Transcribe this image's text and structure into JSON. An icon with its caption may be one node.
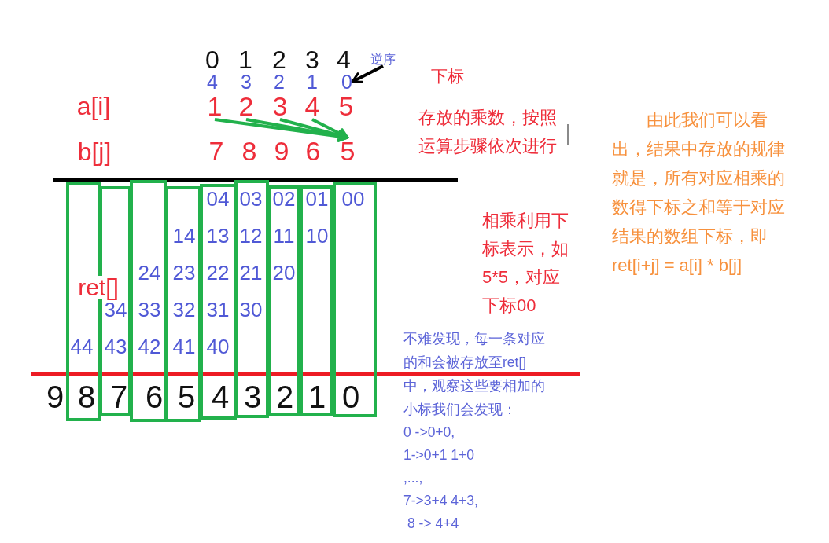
{
  "diagram": {
    "nodes": [
      {
        "text": [
          "逆序"
        ]
      },
      {
        "text": [
          "0"
        ]
      },
      {
        "text": [
          "1"
        ]
      },
      {
        "text": [
          "2"
        ]
      },
      {
        "text": [
          "3"
        ]
      },
      {
        "text": [
          "4"
        ]
      },
      {
        "text": [
          "5"
        ]
      },
      {
        "text": [
          "44",
          "8"
        ]
      },
      {
        "text": [
          "34",
          "43",
          "7"
        ]
      },
      {
        "text": [
          "24",
          "33",
          "42",
          "6"
        ]
      },
      {
        "text": [
          "14",
          "23",
          "32",
          "41",
          "5"
        ]
      },
      {
        "text": [
          "04",
          "13",
          "22",
          "31",
          "40",
          "4"
        ]
      },
      {
        "text": [
          "03",
          "12",
          "21",
          "30",
          "3"
        ]
      },
      {
        "text": [
          "02",
          "11",
          "20",
          "2"
        ]
      },
      {
        "text": [
          "01",
          "10",
          "1"
        ]
      },
      {
        "text": [
          "00",
          "0"
        ]
      }
    ],
    "edges": [
      {
        "from": 0,
        "to": 1,
        "arrow": "to",
        "color": "#000000"
      },
      {
        "from": 2,
        "to": 6,
        "arrow": "to"
      },
      {
        "from": 3,
        "to": 6,
        "arrow": "to"
      },
      {
        "from": 4,
        "to": 6,
        "arrow": "to"
      },
      {
        "from": 5,
        "to": 6,
        "arrow": "to"
      }
    ],
    "labels": [
      "0",
      "1",
      "2",
      "3",
      "4",
      "4",
      "3",
      "2",
      "1",
      "下标",
      "a[i]",
      "5",
      "存放的乘数，按照运算步骤依次进行",
      "由此我们可以看出，结果中存放的规律就是，所有对应相乘的数得下标之和等于对应结果的数组下标，即ret[i+j] = a[i] * b[j]",
      "b[j]",
      "7",
      "8",
      "9",
      "6",
      "相乘利用下标表示，如5*5，对应下标00",
      "ret[]",
      "不难发现，每一条对应的和会被存放至ret[]中，观察这些要相加的小标我们会发现：",
      "0 ->0+0,",
      "1->0+1 1+0",
      ",...,",
      "7->3+4 4+3,",
      "8 -> 4+4",
      "9"
    ]
  }
}
